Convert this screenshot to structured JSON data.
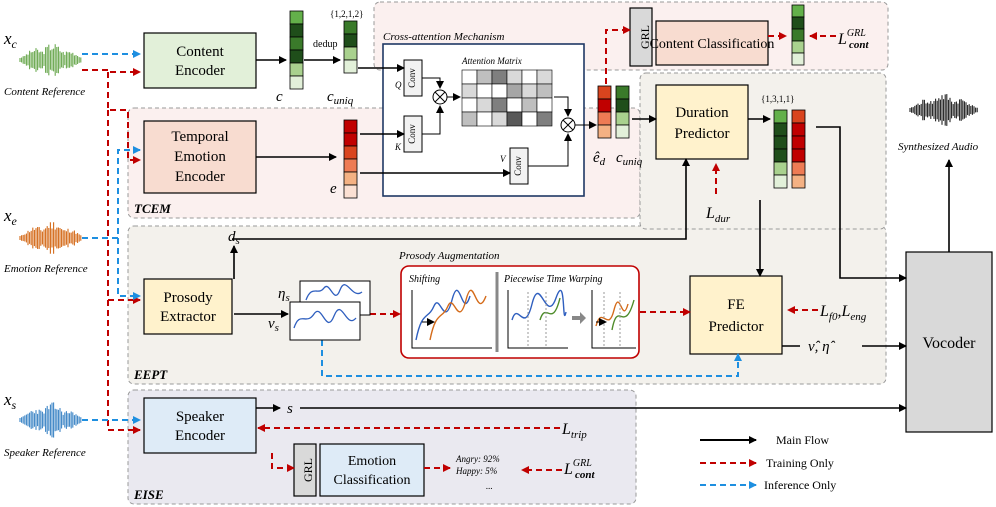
{
  "inputs": {
    "content": {
      "symbol_main": "x",
      "symbol_sub": "c",
      "caption": "Content Reference"
    },
    "emotion": {
      "symbol_main": "x",
      "symbol_sub": "e",
      "caption": "Emotion Reference"
    },
    "speaker": {
      "symbol_main": "x",
      "symbol_sub": "s",
      "caption": "Speaker Reference"
    }
  },
  "regions": {
    "tcem": "TCEM",
    "eept": "EEPT",
    "eise": "EISE"
  },
  "blocks": {
    "content_encoder": [
      "Content",
      "Encoder"
    ],
    "temporal_emotion_encoder": [
      "Temporal",
      "Emotion",
      "Encoder"
    ],
    "prosody_extractor": [
      "Prosody",
      "Extractor"
    ],
    "speaker_encoder": [
      "Speaker",
      "Encoder"
    ],
    "grl": "GRL",
    "content_classification": "Content Classification",
    "emotion_classification": [
      "Emotion",
      "Classification"
    ],
    "duration_predictor": [
      "Duration",
      "Predictor"
    ],
    "fe_predictor": [
      "FE",
      "Predictor"
    ],
    "vocoder": "Vocoder",
    "conv": "Conv"
  },
  "labels": {
    "cross_attention": "Cross-attention Mechanism",
    "attention_matrix": "Attention Matrix",
    "dedup": "dedup",
    "uniq_counts": "{1,2,1,2}",
    "dur_counts": "{1,3,1,1}",
    "q": "Q",
    "k": "K",
    "v": "V",
    "c": "c",
    "c_uniq_main": "c",
    "c_uniq_sub": "uniq",
    "e": "e",
    "e_hat_main": "ê",
    "e_hat_sub": "d",
    "d_s_main": "d",
    "d_s_sub": "s",
    "eta_s_main": "η",
    "eta_s_sub": "s",
    "nu_s_main": "ν",
    "nu_s_sub": "s",
    "s": "s",
    "nu_eta_hat": "ν̂, η̂",
    "synthesized_audio": "Synthesized Audio",
    "prosody_augmentation": "Prosody Augmentation",
    "shifting": "Shifting",
    "piecewise": "Piecewise Time Warping",
    "angry": "Angry: 92%",
    "happy": "Happy: 5%",
    "ellipsis": "..."
  },
  "losses": {
    "cont_grl": {
      "main": "L",
      "sup": "GRL",
      "sub": "cont"
    },
    "dur": {
      "main": "L",
      "sub": "dur"
    },
    "f0_eng": {
      "main1": "L",
      "sub1": "f0",
      "comma": ",",
      "main2": "L",
      "sub2": "eng"
    },
    "trip": {
      "main": "L",
      "sub": "trip"
    },
    "cont_grl_2": {
      "main": "L",
      "sup": "GRL",
      "sub": "cont"
    }
  },
  "legend": {
    "main_flow": "Main Flow",
    "training_only": "Training Only",
    "inference_only": "Inference Only"
  },
  "colors": {
    "red_dash": "#c00000",
    "blue_dash": "#1e8fe0",
    "green_block": "#e2f0d9",
    "salmon_block": "#f8dcd0",
    "yellow_block": "#fff2cc",
    "blue_block": "#deebf7",
    "grey_block": "#d9d9d9"
  }
}
